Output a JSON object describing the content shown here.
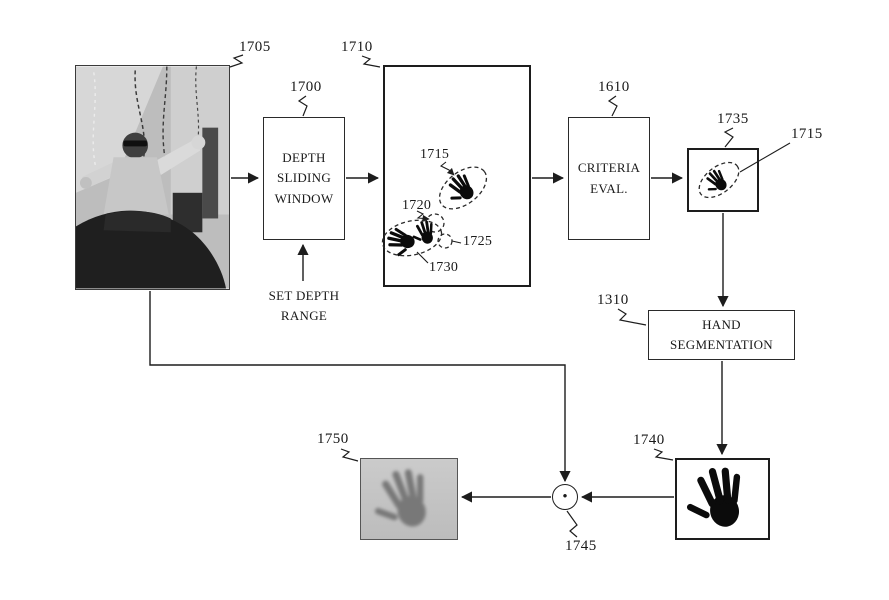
{
  "figure": {
    "nodes": {
      "depth_image": {
        "ref": "1705"
      },
      "depth_sliding_window": {
        "ref": "1700",
        "label": "DEPTH SLIDING WINDOW",
        "input_label": "SET DEPTH RANGE"
      },
      "candidate_windows": {
        "ref": "1710",
        "callouts": {
          "hand": "1715",
          "blob_a": "1720",
          "blob_b": "1725",
          "cluster": "1730"
        }
      },
      "criteria_eval": {
        "ref": "1610",
        "label": "CRITERIA EVAL."
      },
      "selected_window": {
        "ref": "1735",
        "hand_callout": "1715"
      },
      "hand_segmentation": {
        "ref": "1310",
        "label": "HAND SEGMENTATION"
      },
      "hand_mask": {
        "ref": "1740"
      },
      "multiplier": {
        "ref": "1745",
        "symbol": "•"
      },
      "output_hand_image": {
        "ref": "1750"
      }
    }
  }
}
